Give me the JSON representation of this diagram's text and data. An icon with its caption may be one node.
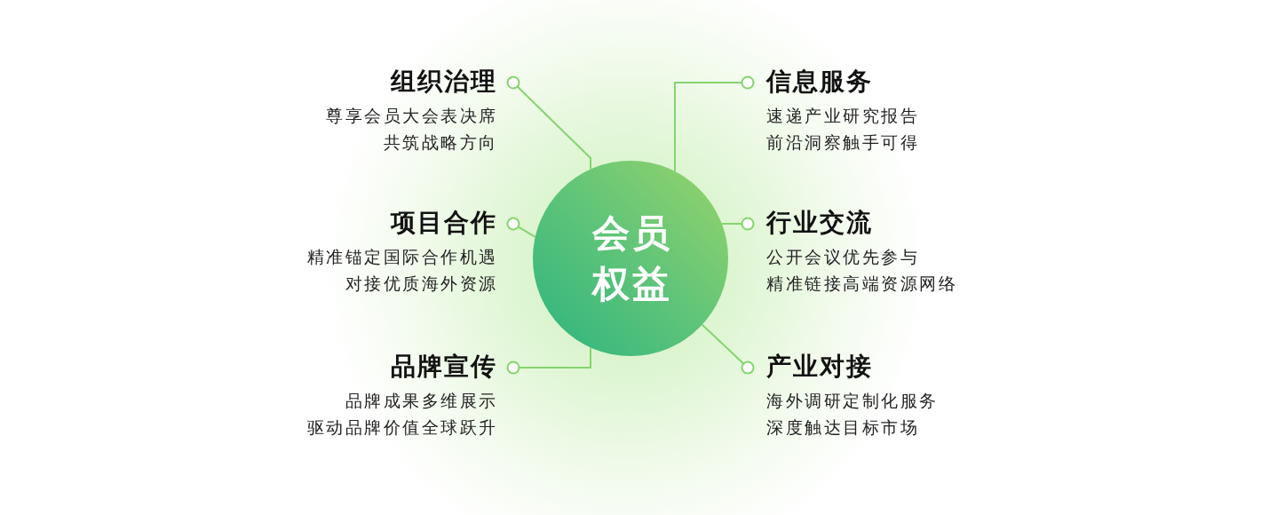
{
  "diagram": {
    "nodes": [
      {
        "text": [
          "会员权益"
        ]
      },
      {
        "text": [
          "组织治理",
          "尊享会员大会表决席",
          "共筑战略方向"
        ]
      },
      {
        "text": [
          "信息服务",
          "速递产业研究报告",
          "前沿洞察触手可得"
        ]
      },
      {
        "text": [
          "项目合作",
          "精准锚定国际合作机遇",
          "对接优质海外资源"
        ]
      },
      {
        "text": [
          "行业交流",
          "公开会议优先参与",
          "精准链接高端资源网络"
        ]
      },
      {
        "text": [
          "品牌宣传",
          "品牌成果多维展示",
          "驱动品牌价值全球跃升"
        ]
      },
      {
        "text": [
          "产业对接",
          "海外调研定制化服务",
          "深度触达目标市场"
        ]
      }
    ],
    "edges": [
      {
        "from": 0,
        "to": 1,
        "arrow": "other"
      },
      {
        "from": 0,
        "to": 2,
        "arrow": "other"
      },
      {
        "from": 0,
        "to": 3,
        "arrow": "other"
      },
      {
        "from": 0,
        "to": 4,
        "arrow": "other"
      },
      {
        "from": 0,
        "to": 5,
        "arrow": "other"
      },
      {
        "from": 0,
        "to": 6,
        "arrow": "other"
      }
    ]
  }
}
